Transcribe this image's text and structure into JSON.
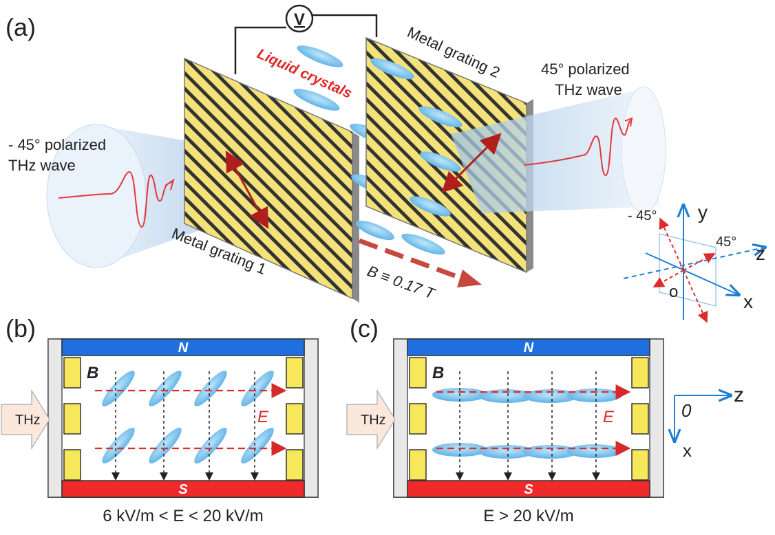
{
  "panel_a": {
    "label": "(a)",
    "voltmeter": "V",
    "liquid_crystals": "Liquid crystals",
    "grating1": "Metal grating 1",
    "grating2": "Metal grating 2",
    "input_wave_line1": "- 45°  polarized",
    "input_wave_line2": "THz wave",
    "output_wave_line1": "45°  polarized",
    "output_wave_line2": "THz wave",
    "field_label": "B ≡ 0.17 T",
    "axes": {
      "y": "y",
      "z": "z",
      "x": "x",
      "origin": "o",
      "minus45": "- 45°",
      "plus45": "45°"
    }
  },
  "panel_b": {
    "label": "(b)",
    "north": "N",
    "south": "S",
    "b_label": "B",
    "e_label": "E",
    "thz": "THz",
    "caption": "6 kV/m < E < 20 kV/m"
  },
  "panel_c": {
    "label": "(c)",
    "north": "N",
    "south": "S",
    "b_label": "B",
    "e_label": "E",
    "thz": "THz",
    "caption": "E > 20 kV/m",
    "axes": {
      "z": "z",
      "origin": "0",
      "x": "x"
    }
  },
  "colors": {
    "grating_yellow": "#f3e27a",
    "grating_line": "#333333",
    "lc_blue": "#7cc3ee",
    "magnet_north": "#1f6fe0",
    "magnet_south": "#ee2a2a",
    "arrow_red": "#d42a2a",
    "axis_blue": "#1f7fd0"
  }
}
